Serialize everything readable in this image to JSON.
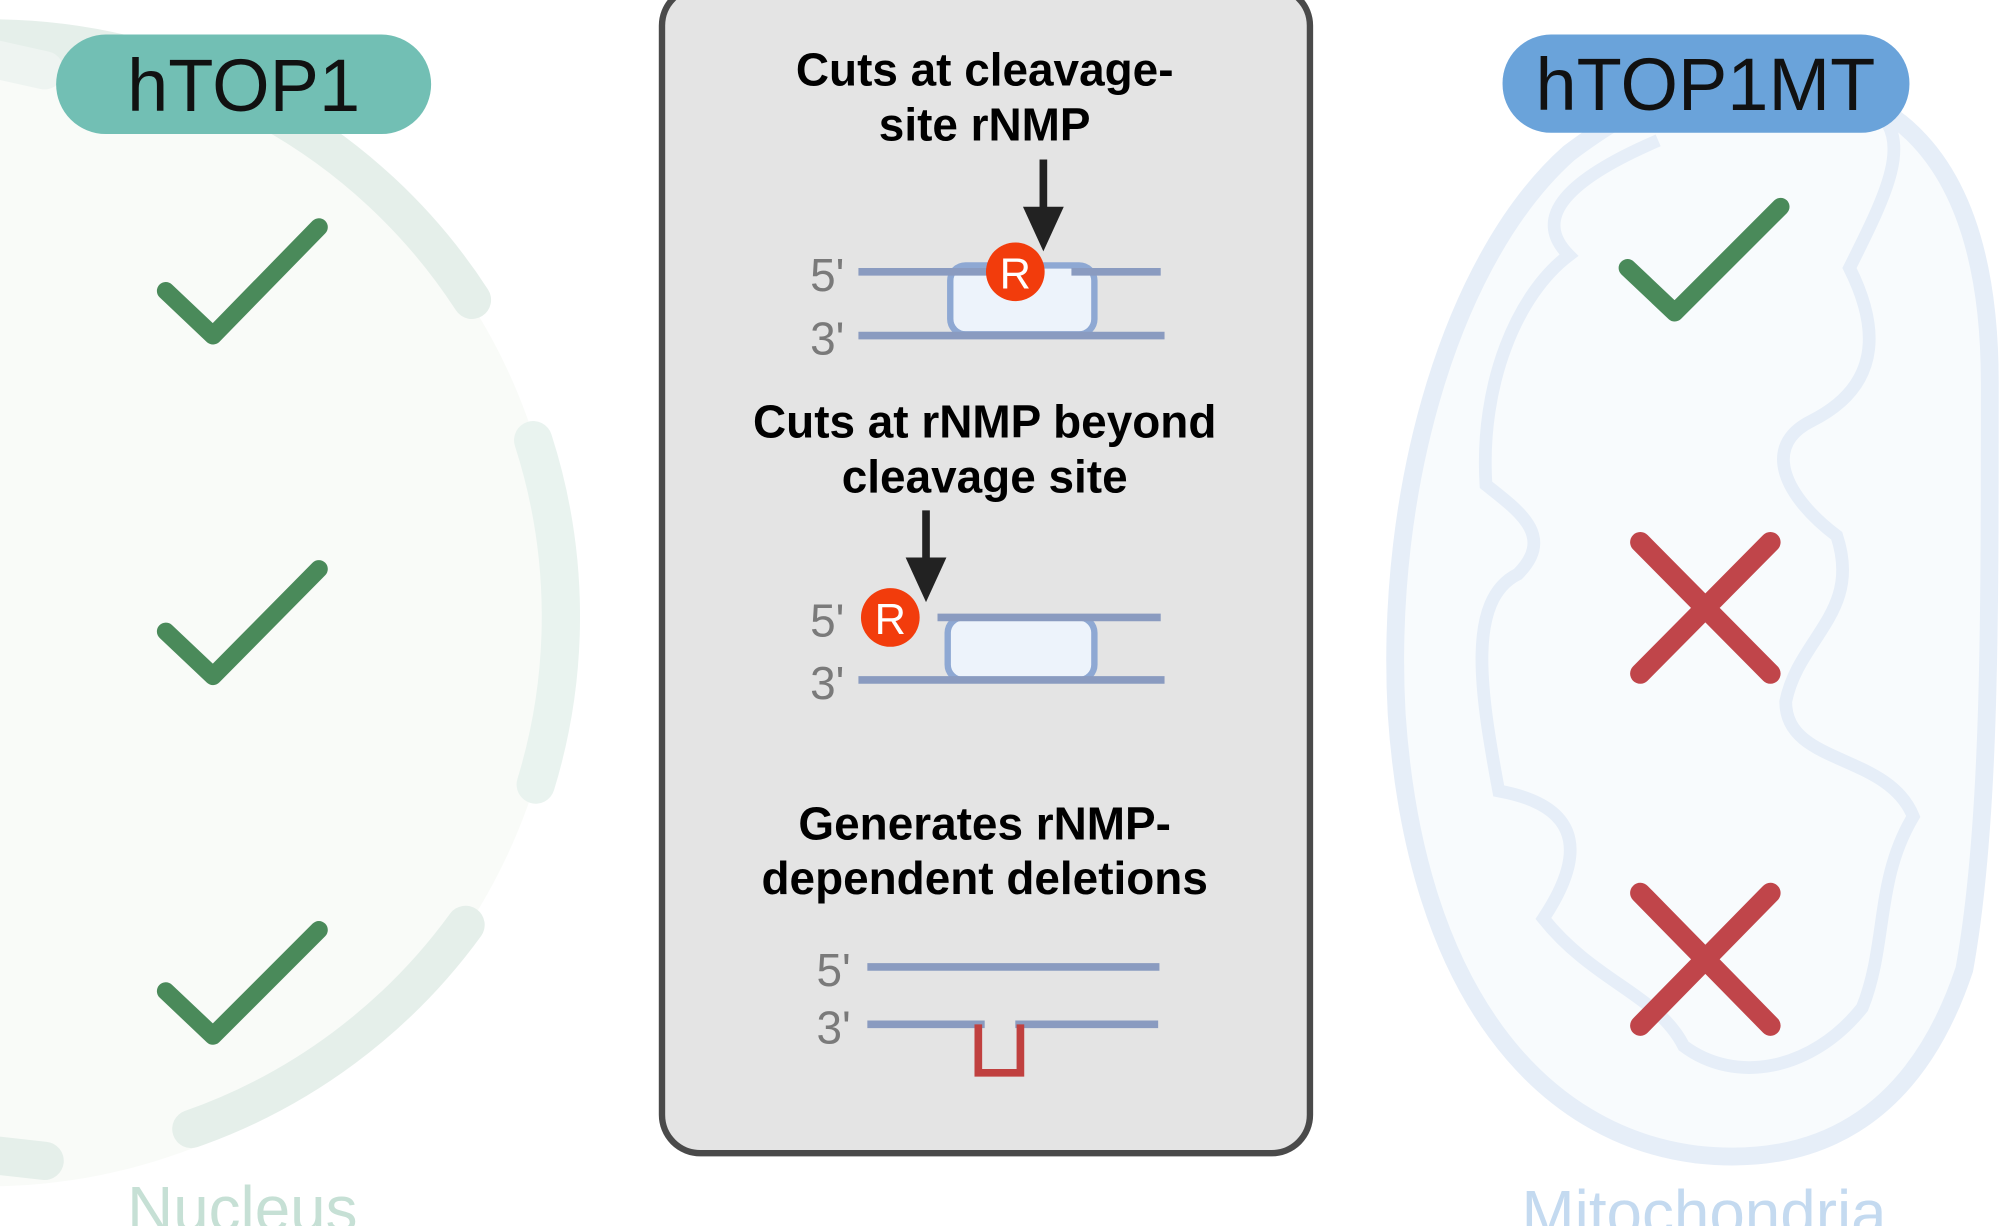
{
  "left": {
    "label": "hTOP1",
    "compartment": "Nucleus",
    "color": "#72bfb4",
    "results": [
      "check",
      "check",
      "check"
    ]
  },
  "right": {
    "label": "hTOP1MT",
    "compartment": "Mitochondria",
    "color": "#6aa3da",
    "results": [
      "check",
      "cross",
      "cross"
    ]
  },
  "center": {
    "panels": [
      {
        "title_line1": "Cuts at cleavage-",
        "title_line2": "site rNMP",
        "five": "5'",
        "three": "3'",
        "marker": "R"
      },
      {
        "title_line1": "Cuts at rNMP beyond",
        "title_line2": "cleavage site",
        "five": "5'",
        "three": "3'",
        "marker": "R"
      },
      {
        "title_line1": "Generates rNMP-",
        "title_line2": "dependent deletions",
        "five": "5'",
        "three": "3'"
      }
    ]
  },
  "colors": {
    "check": "#4a8a5a",
    "cross": "#c0454a",
    "rnmp": "#f23c0c",
    "strand": "#8a9bc0",
    "deletion": "#c0403f"
  }
}
